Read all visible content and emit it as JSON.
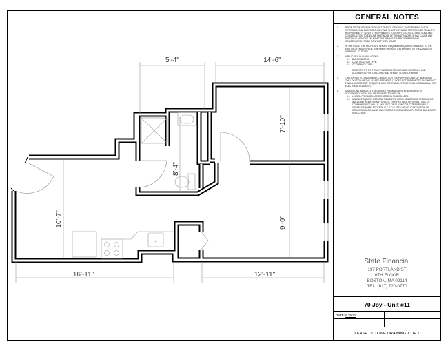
{
  "general_notes": {
    "title": "GENERAL NOTES",
    "items": [
      {
        "num": "1.",
        "text": "PRIOR TO THE PREPARATION OF TENANT'S DRAWING, THIS DRAWING IS FOR INFORMATIONAL PURPOSES ONLY AND IS NOT INTENDED TO PRECLUDE TENANT'S RESPONSIBILITY TO VISIT THE PREMISES TO VERIFY EXISTING CONDITIONS AND CONSTRUCTION TO ENSURE THAT NONE OF TENANT'S WORK SHALL CAUSE ANY EXISTING LANDLORD OR ADJACENT TENANT'S IMPROVEMENTS AND CONSTRUCTION TO BE CONFLICT WITH LEASE."
      },
      {
        "num": "2.",
        "text": "IN THE EVENT THE PROPOSED TENANT REQUIRES REQUIRED CHANGES TO THE EXISTING TENANT SPACE, THEY MUST REQUEST, IN WRITING TO THE LANDLORD APPROVAL TO DO SO."
      },
      {
        "num": "3.",
        "text": "APPLICABLE BUILDING CODES:",
        "subitems": [
          {
            "num": "3.1.",
            "text": "BUILDING CODE: -"
          },
          {
            "num": "3.2.",
            "text": "CONSTRUCTION TYPE: -"
          },
          {
            "num": "3.3.",
            "text": "OCCUPANCY TYPE: -"
          }
        ],
        "after": "REFER TO OTHER TENANT INFORMATION PACKAGE MATERIALS AND DOCUMENTS FOR LANDLORD AND TENANT SCOPE OF WORK."
      },
      {
        "num": "4.",
        "text": "THIS EXHIBIT IS DIAGRAMMATIC AND IS FOR THE PURPOSE ONLY OF INDICATING THE LOCATION OF THE LEASED PREMISES. IT DOES NOT PURPORT TO SHOW EXACT FINAL LOCATIONS OF REQUIRED ARCHITECTURAL, STRUCTURAL, MECHANICAL, OR ELECTRICAL ELEMENTS."
      },
      {
        "num": "5.",
        "text": "DIMENSIONS INDICATED FOR LEASED PREMISES ARE IN MEASURED IN ACCORDANCE WITH THE CRITERIA STATED BELOW:",
        "subitems": [
          {
            "num": "5.1.",
            "text": "LEASED PREMISES ARE DENOTED IN SHADED AREA"
          },
          {
            "num": "5.2.",
            "text": "USEABLE SQUARE FOOTAGE MEASURED FROM CENTERLINE OF DEMISING WALLS BETWEEN TENANT SPACES, FINISHED FACE OF TENANT SIDE OF COMMON SPACE WALLS, AND FACE OF GLAZING OR EXTERIOR WALLS. USEABLE SQUARE FOOTAGE IS CALCULATED WITHOUT EXCLUSION OF STRUCTURAL COLUMNS AND PROJECTIONS NECESSARY TO THE BUILDING'S STRUCTURE."
          }
        ]
      }
    ]
  },
  "company": {
    "name": "State Financial",
    "address_lines": [
      "197 PORTLAND ST",
      "6TH FLOOR",
      "BOSTON, MA 02114",
      "TEL. (617) 720-0770"
    ]
  },
  "project": {
    "title": "70 Joy - Unit #11",
    "date_label": "DATE:",
    "date": "6.25.21"
  },
  "sheet": {
    "label": "LEASE OUTLINE DRAWING 1 OF 1"
  },
  "dimensions": {
    "top_bath_width": "5'-4\"",
    "top_bedroom_width": "14'-6\"",
    "bottom_left_width": "16'-11\"",
    "bottom_right_width": "12'-11\"",
    "living_depth": "10'-7\"",
    "bath_depth": "8'-4\"",
    "bedroom_upper_depth": "7'-10\"",
    "bedroom_lower_depth": "9'-9\""
  }
}
